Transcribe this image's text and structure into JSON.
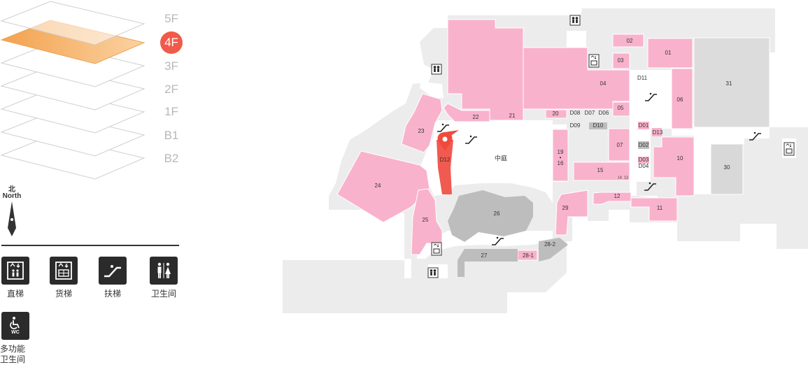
{
  "floors": [
    {
      "label": "5F",
      "active": false
    },
    {
      "label": "4F",
      "active": true
    },
    {
      "label": "3F",
      "active": false
    },
    {
      "label": "2F",
      "active": false
    },
    {
      "label": "1F",
      "active": false
    },
    {
      "label": "B1",
      "active": false
    },
    {
      "label": "B2",
      "active": false
    }
  ],
  "compass": {
    "cn": "北",
    "en": "North"
  },
  "legend": [
    {
      "label": "直梯",
      "icon": "elevator-icon"
    },
    {
      "label": "货梯",
      "icon": "freight-elevator-icon"
    },
    {
      "label": "扶梯",
      "icon": "escalator-icon"
    },
    {
      "label": "卫生间",
      "icon": "restroom-icon"
    },
    {
      "label": "多功能卫生间",
      "icon": "accessible-restroom-icon",
      "sub": "WC"
    }
  ],
  "map": {
    "court_label": "中庭",
    "colors": {
      "shop": "#f9b2cc",
      "grey": "#bdbdbd",
      "bg": "#ececec",
      "marker": "#f04a3e",
      "selected": "#f05a50"
    },
    "selected_unit": "D12",
    "shops": [
      "01",
      "02",
      "03",
      "04",
      "05",
      "06",
      "07",
      "10",
      "11",
      "12",
      "15",
      "16",
      "19",
      "20",
      "21",
      "22",
      "23",
      "24",
      "25",
      "28-1",
      "29",
      "31",
      "30",
      "26",
      "27",
      "28-2"
    ],
    "kiosks": [
      "D01",
      "D02",
      "D03",
      "D04",
      "D06",
      "D07",
      "D08",
      "D09",
      "D10",
      "D11",
      "D12",
      "D13"
    ],
    "small_marks": [
      "14",
      "13",
      "•"
    ]
  }
}
